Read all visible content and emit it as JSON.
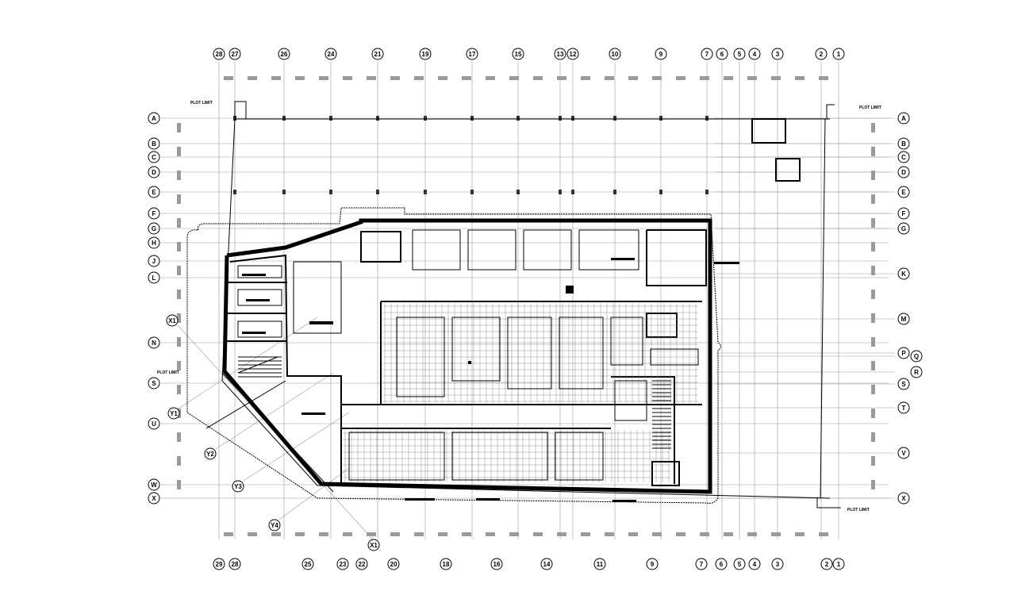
{
  "top_grid_labels": [
    "28",
    "27",
    "26",
    "24",
    "21",
    "19",
    "17",
    "15",
    "13",
    "12",
    "10",
    "9",
    "7",
    "6",
    "5",
    "4",
    "3",
    "2",
    "1"
  ],
  "bottom_grid_labels": [
    "29",
    "28",
    "25",
    "23",
    "22",
    "20",
    "18",
    "16",
    "14",
    "11",
    "9",
    "7",
    "6",
    "5",
    "4",
    "3",
    "2",
    "1"
  ],
  "left_grid_labels": [
    "A",
    "B",
    "C",
    "D",
    "E",
    "F",
    "G",
    "H",
    "J",
    "L",
    "N",
    "S",
    "U",
    "W",
    "X"
  ],
  "right_grid_labels": [
    "A",
    "B",
    "C",
    "D",
    "E",
    "F",
    "G",
    "K",
    "M",
    "P",
    "Q",
    "R",
    "S",
    "T",
    "V",
    "X"
  ],
  "diagonal_labels": [
    "X1",
    "Y1",
    "Y2",
    "Y3",
    "Y4",
    "X1"
  ],
  "plot_limit_labels": [
    "PLOT LIMIT",
    "PLOT LIMIT",
    "PLOT LIMIT",
    "PLOT LIMIT"
  ]
}
